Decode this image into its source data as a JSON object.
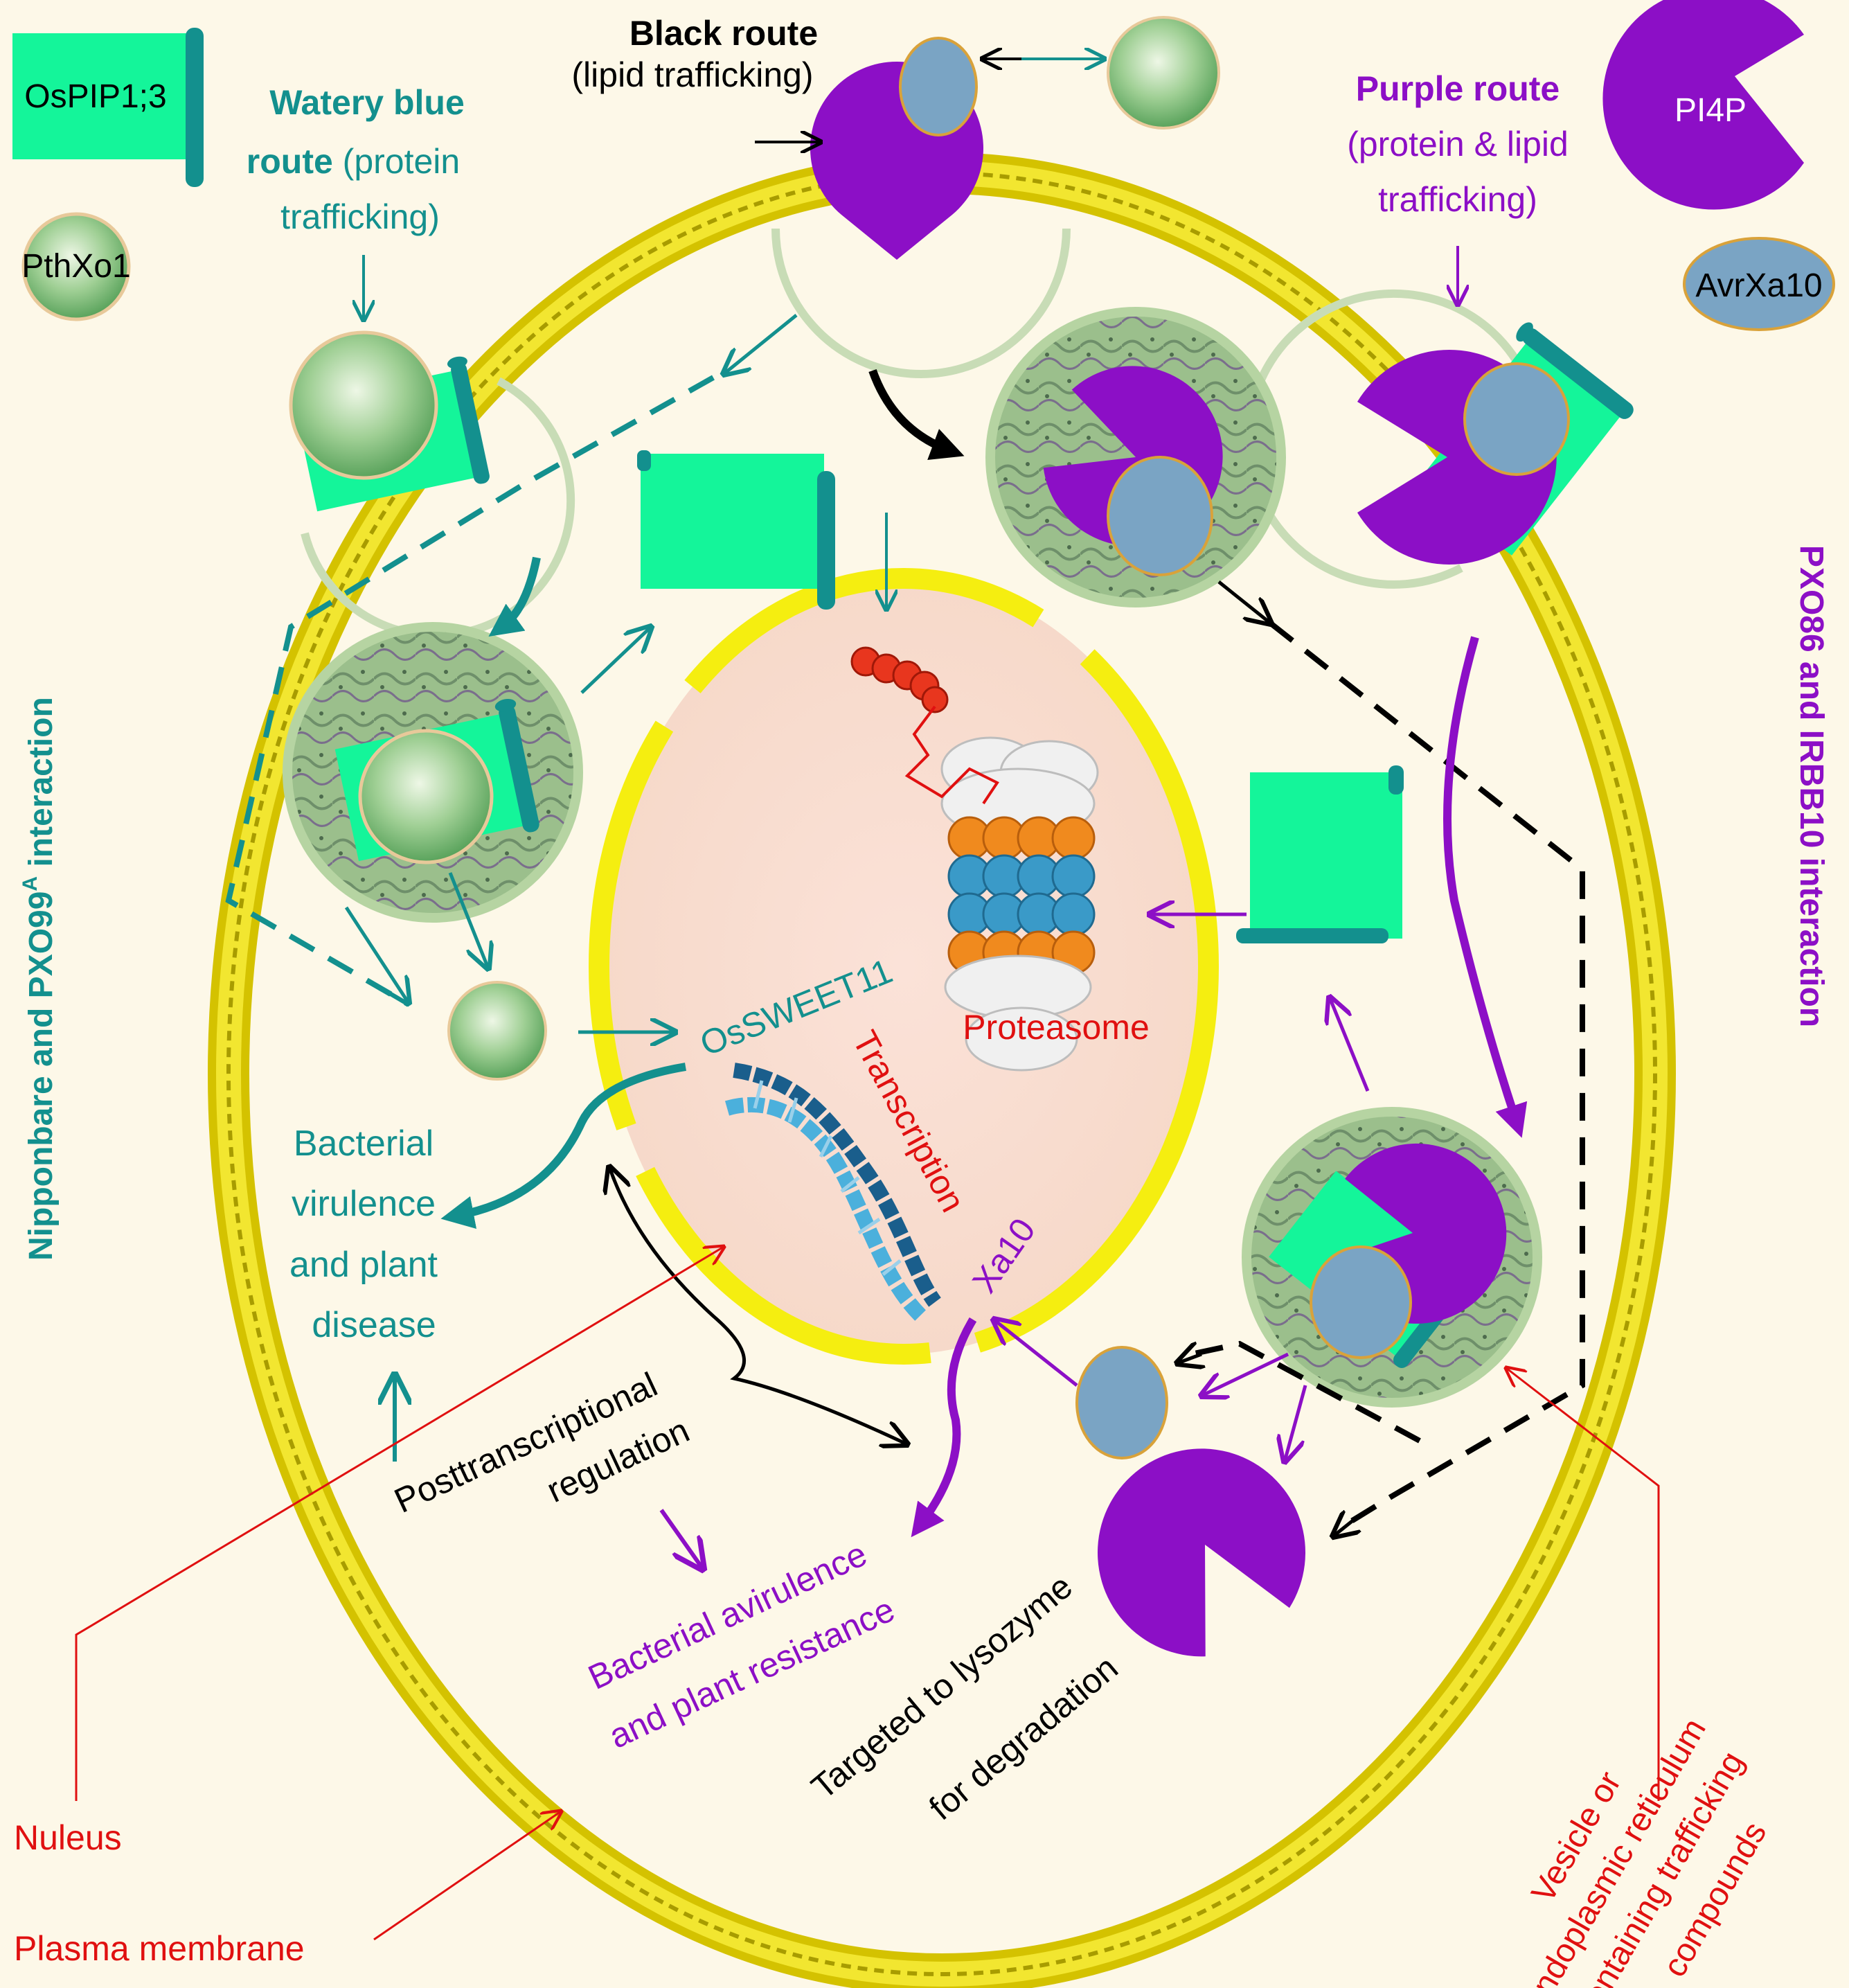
{
  "legend": {
    "ospip": "OsPIP1;3",
    "pthxo1": "PthXo1",
    "pi4p": "PI4P",
    "avrxa10": "AvrXa10"
  },
  "routes": {
    "black_title": "Black route",
    "black_sub": "(lipid trafficking)",
    "watery_line1": "Watery blue",
    "watery_line2_bold": "route",
    "watery_line2_rest": " (protein",
    "watery_line3": "trafficking)",
    "purple_title": "Purple route",
    "purple_line2": "(protein & lipid",
    "purple_line3": "trafficking)"
  },
  "side_labels": {
    "left_main": "Nipponbare and PXO99",
    "left_sup": "A",
    "left_end": " interaction",
    "right": "PXO86 and IRBB10 interaction"
  },
  "nucleus": {
    "ossweet": "OsSWEET11",
    "transcription": "Transcription",
    "xa10": "Xa10",
    "proteasome": "Proteasome"
  },
  "outcomes": {
    "virulence": [
      "Bacterial",
      "virulence",
      "and plant",
      "disease"
    ],
    "posttrans_1": "Posttranscriptional",
    "posttrans_2": "regulation",
    "avirulence_1": "Bacterial avirulence",
    "avirulence_2": "and plant resistance",
    "lysozyme_1": "Targeted to lysozyme",
    "lysozyme_2": "for degradation"
  },
  "annotations": {
    "nucleus": "Nuleus",
    "plasma_membrane": "Plasma membrane",
    "vesicle": [
      "Vesicle or",
      "endoplasmic reticulum",
      "containing trafficking",
      "compounds"
    ]
  },
  "colors": {
    "background": "#fdf8e8",
    "membrane": "#e6d400",
    "teal": "#13908e",
    "purple": "#8c0fc6",
    "green_protein": "#14f59a",
    "avr_blue": "#7aa4c4",
    "annotation_red": "#e01010"
  }
}
